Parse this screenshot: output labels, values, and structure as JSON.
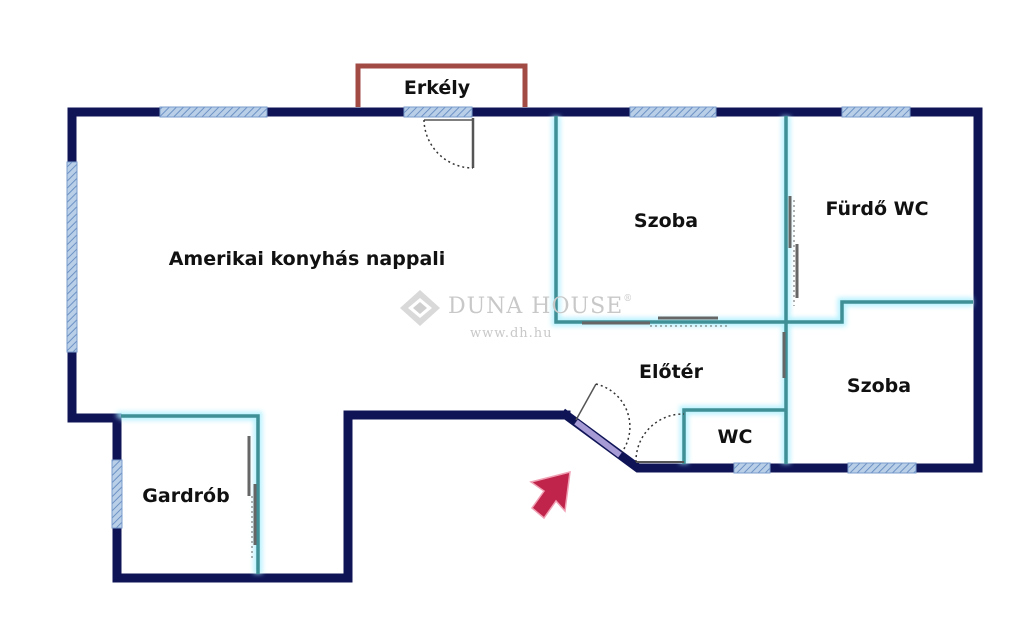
{
  "floorplan": {
    "rooms": {
      "erkely": "Erkély",
      "nappali": "Amerikai konyhás nappali",
      "szoba_1": "Szoba",
      "furdo": "Fürdő WC",
      "eloter": "Előtér",
      "szoba_2": "Szoba",
      "wc": "WC",
      "gardrob": "Gardrób"
    },
    "watermark": {
      "brand": "DUNA HOUSE",
      "registered": "®",
      "url": "www.dh.hu"
    },
    "colors": {
      "outer_wall": "#0f1457",
      "inner_wall": "#3f8f96",
      "inner_glow": "#a9efff",
      "window": "#8fb0d8",
      "balcony": "#a24a44",
      "door_arc": "#333333",
      "sliding_door": "#666666",
      "entrance_arrow": "#c0244a"
    }
  }
}
